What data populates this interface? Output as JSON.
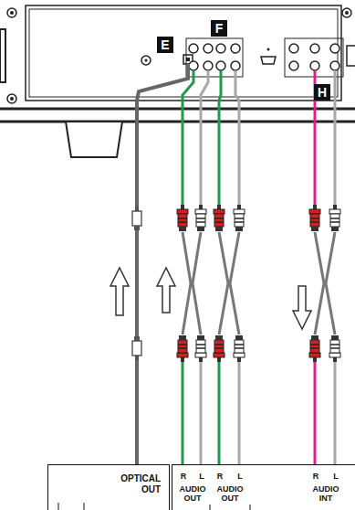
{
  "diagram": {
    "nodes": [
      {
        "text": [
          "OPTICAL OUT"
        ]
      },
      {
        "text": [
          "R",
          "L",
          "AUDIO OUT",
          "R",
          "L",
          "AUDIO OUT",
          "R",
          "L",
          "AUDIO INT"
        ]
      }
    ],
    "labels": [
      "E",
      "F",
      "H"
    ]
  }
}
